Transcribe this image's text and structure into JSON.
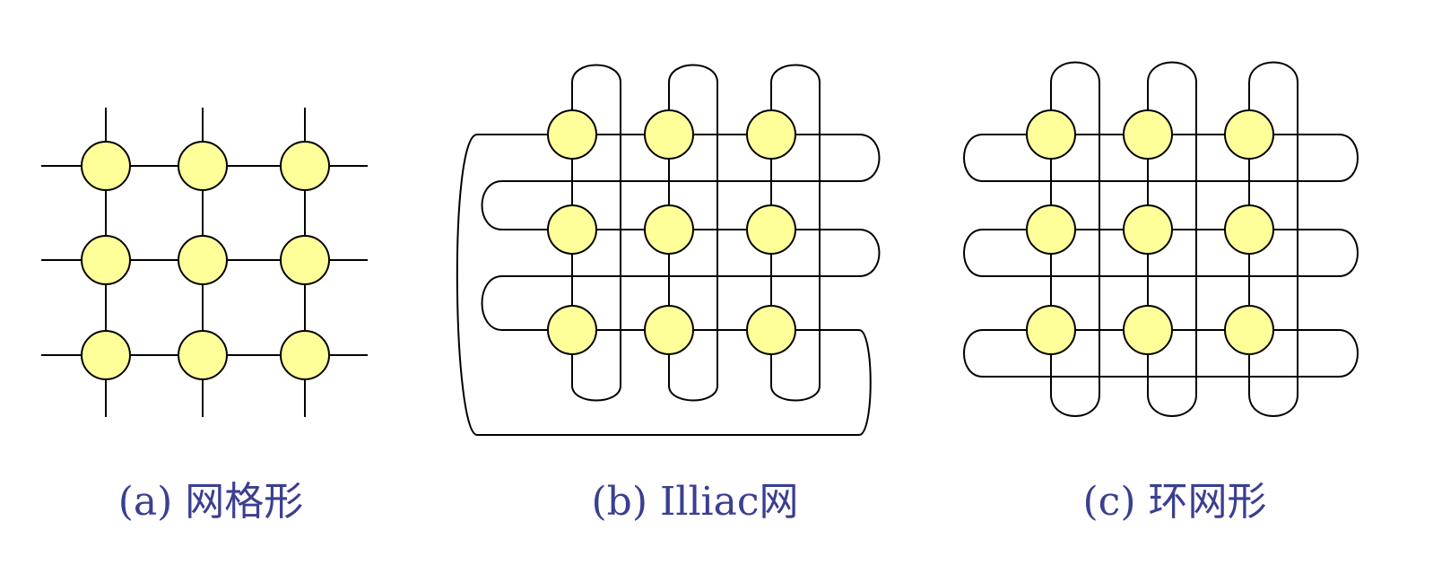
{
  "captions": {
    "mesh": "(a) 网格形",
    "illiac": "(b) Illiac网",
    "torus": "(c) 环网形"
  },
  "colors": {
    "node_fill": "#ffff99",
    "line": "#000000",
    "caption": "#3b3f8f"
  },
  "grid": {
    "rows": 3,
    "cols": 3
  }
}
